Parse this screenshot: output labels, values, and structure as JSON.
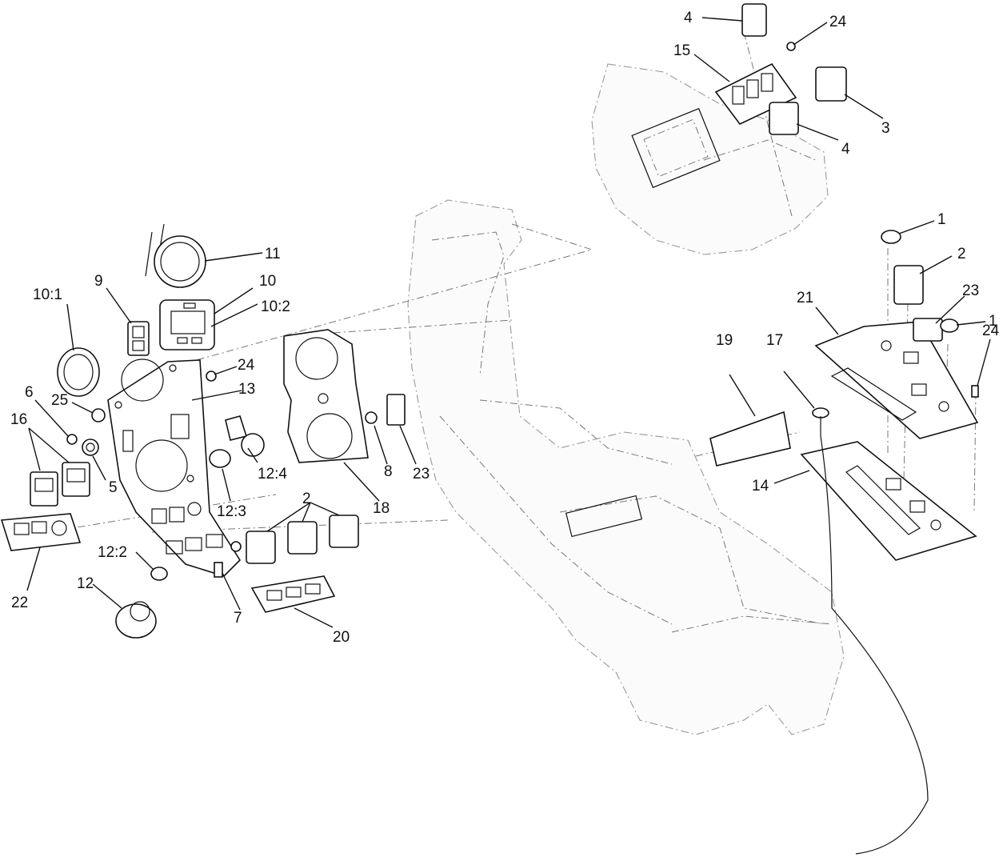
{
  "callouts": [
    {
      "id": "c-4-top",
      "text": "4"
    },
    {
      "id": "c-24-top",
      "text": "24"
    },
    {
      "id": "c-15",
      "text": "15"
    },
    {
      "id": "c-3",
      "text": "3"
    },
    {
      "id": "c-4-right",
      "text": "4"
    },
    {
      "id": "c-1-top",
      "text": "1"
    },
    {
      "id": "c-2-right",
      "text": "2"
    },
    {
      "id": "c-23-right",
      "text": "23"
    },
    {
      "id": "c-21",
      "text": "21"
    },
    {
      "id": "c-1-mid",
      "text": "1"
    },
    {
      "id": "c-24-right",
      "text": "24"
    },
    {
      "id": "c-19",
      "text": "19"
    },
    {
      "id": "c-17",
      "text": "17"
    },
    {
      "id": "c-14",
      "text": "14"
    },
    {
      "id": "c-11",
      "text": "11"
    },
    {
      "id": "c-10",
      "text": "10"
    },
    {
      "id": "c-10-2",
      "text": "10:2"
    },
    {
      "id": "c-9",
      "text": "9"
    },
    {
      "id": "c-10-1",
      "text": "10:1"
    },
    {
      "id": "c-24-left",
      "text": "24"
    },
    {
      "id": "c-13",
      "text": "13"
    },
    {
      "id": "c-6",
      "text": "6"
    },
    {
      "id": "c-25",
      "text": "25"
    },
    {
      "id": "c-16",
      "text": "16"
    },
    {
      "id": "c-5",
      "text": "5"
    },
    {
      "id": "c-12-4",
      "text": "12:4"
    },
    {
      "id": "c-12-3",
      "text": "12:3"
    },
    {
      "id": "c-18",
      "text": "18"
    },
    {
      "id": "c-8",
      "text": "8"
    },
    {
      "id": "c-23-left",
      "text": "23"
    },
    {
      "id": "c-2-left",
      "text": "2"
    },
    {
      "id": "c-22",
      "text": "22"
    },
    {
      "id": "c-12-2",
      "text": "12:2"
    },
    {
      "id": "c-12",
      "text": "12"
    },
    {
      "id": "c-7",
      "text": "7"
    },
    {
      "id": "c-20",
      "text": "20"
    }
  ]
}
